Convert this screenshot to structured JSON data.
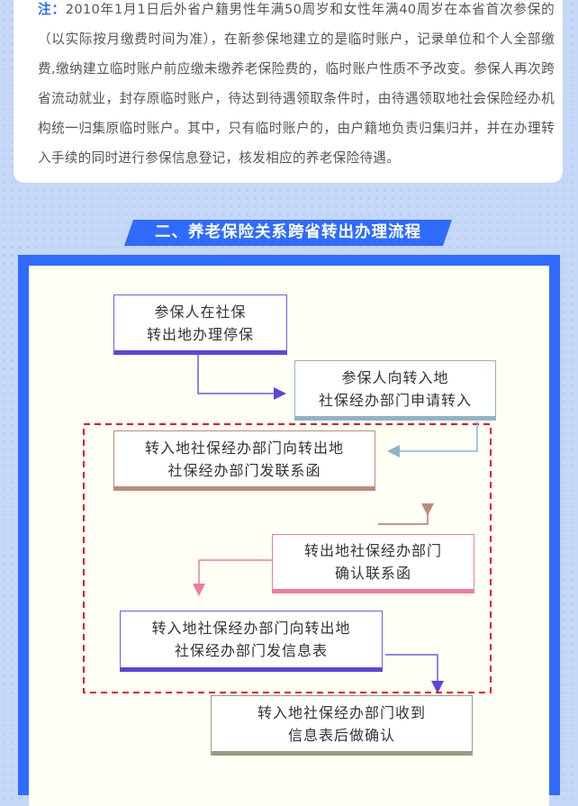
{
  "note": {
    "label": "注：",
    "text": "2010年1月1日后外省户籍男性年满50周岁和女性年满40周岁在本省首次参保的（以实际按月缴费时间为准），在新参保地建立的是临时账户，记录单位和个人全部缴费,缴纳建立临时账户前应缴未缴养老保险费的，临时账户性质不予改变。参保人再次跨省流动就业，封存原临时账户，待达到待遇领取条件时，由待遇领取地社会保险经办机构统一归集原临时账户。其中，只有临时账户的，由户籍地负责归集归并，并在办理转入手续的同时进行参保信息登记，核发相应的养老保险待遇。"
  },
  "section_title": "二、养老保险关系跨省转出办理流程",
  "flow": {
    "step1": {
      "line1": "参保人在社保",
      "line2": "转出地办理停保"
    },
    "step2": {
      "line1": "参保人向转入地",
      "line2": "社保经办部门申请转入"
    },
    "step3": {
      "line1": "转入地社保经办部门向转出地",
      "line2": "社保经办部门发联系函"
    },
    "step4": {
      "line1": "转出地社保经办部门",
      "line2": "确认联系函"
    },
    "step5": {
      "line1": "转入地社保经办部门向转出地",
      "line2": "社保经办部门发信息表"
    },
    "step6": {
      "line1": "转入地社保经办部门收到",
      "line2": "信息表后做确认"
    }
  },
  "colors": {
    "accent": "#2f6bff",
    "step1": "#5b45e0",
    "step2": "#8fb4c6",
    "step3": "#c08a78",
    "step4": "#f07ca0",
    "step5": "#5b45e0",
    "step6": "#9a9c80",
    "highlight": "#e8121d"
  }
}
